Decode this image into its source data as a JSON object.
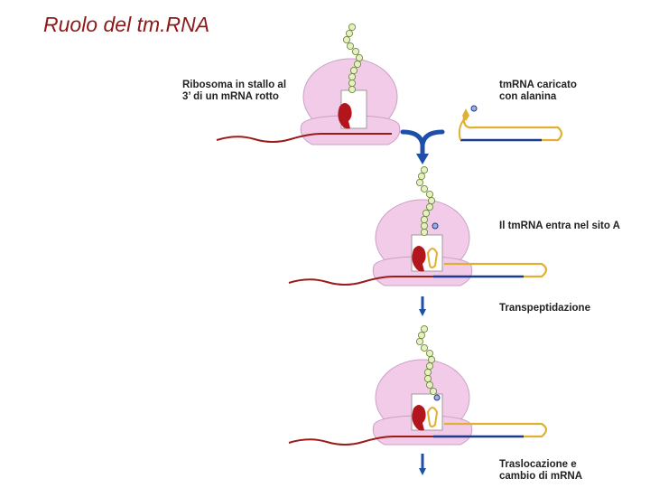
{
  "slide": {
    "title": "Ruolo del tm.RNA"
  },
  "labels": {
    "stalled": "Ribosoma in stallo al\n3’ di un mRNA rotto",
    "tmrna_charged": "tmRNA caricato\ncon alanina",
    "enters_a_site": "Il tmRNA entra nel sito A",
    "transpeptidation": "Transpeptidazione",
    "translocation": "Traslocazione e\ncambio di mRNA"
  },
  "colors": {
    "title": "#8b1a1a",
    "ribosome": "#f1cbe8",
    "ribosome_edge": "#caa0c4",
    "mrna": "#9b1b1b",
    "tmrna_mrna_part": "#1c3b8c",
    "tmrna_loop": "#e0b035",
    "peptidyl_trna": "#b3151d",
    "arrow": "#1e4ea8",
    "peptide_bead": "#e6f0c4",
    "peptide_bead_edge": "#6f8a3a"
  }
}
